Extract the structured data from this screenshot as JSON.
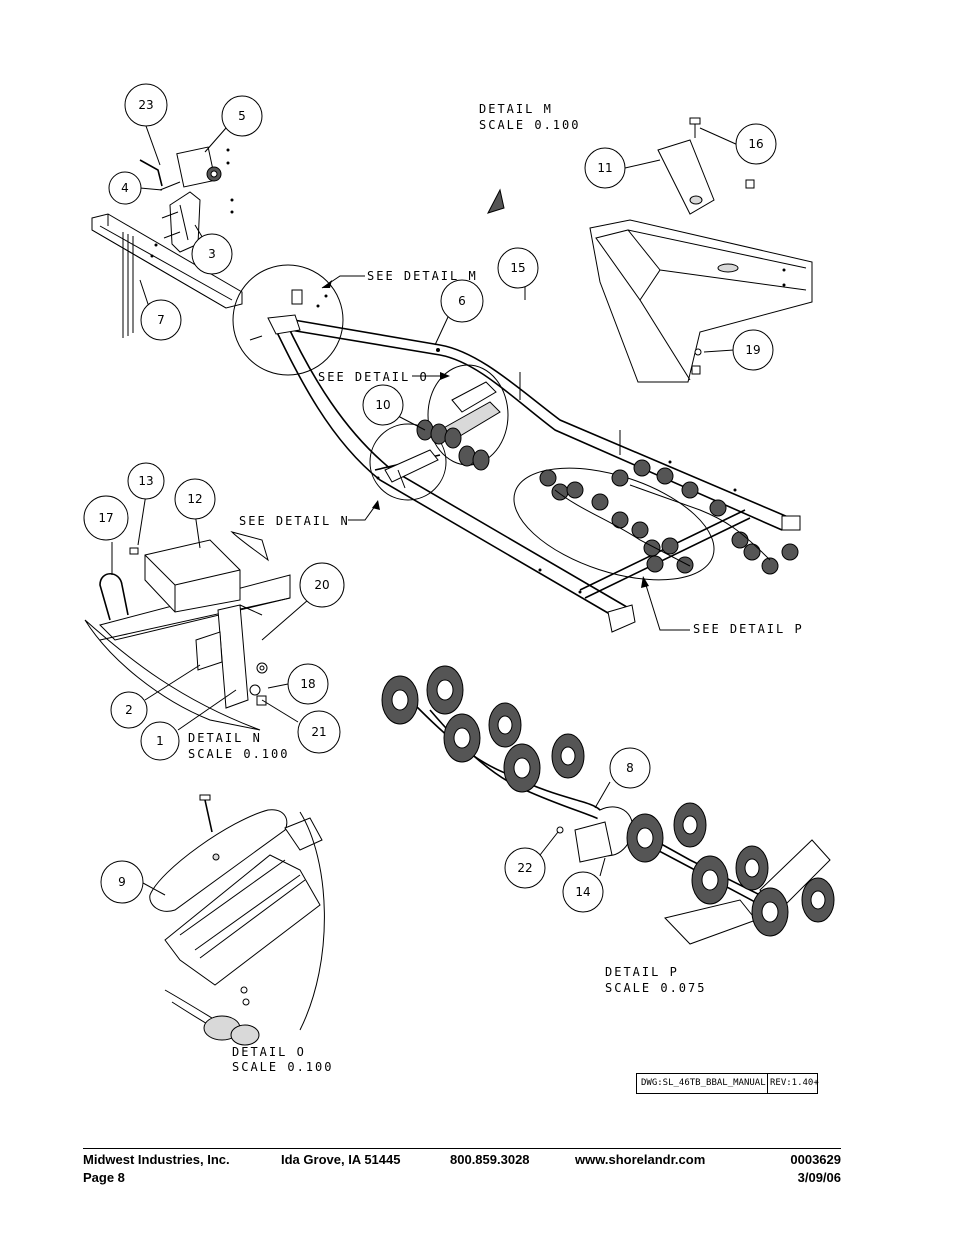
{
  "details": {
    "m": {
      "title": "DETAIL  M",
      "scale": "SCALE  0.100",
      "see": "SEE DETAIL  M"
    },
    "n": {
      "title": "DETAIL  N",
      "scale": "SCALE  0.100",
      "see": "SEE DETAIL  N"
    },
    "o": {
      "title": "DETAIL  O",
      "scale": "SCALE  0.100",
      "see": "SEE DETAIL  O"
    },
    "p": {
      "title": "DETAIL  P",
      "scale": "SCALE  0.075",
      "see": "SEE DETAIL  P"
    }
  },
  "callouts": {
    "c23": "23",
    "c5": "5",
    "c4": "4",
    "c3": "3",
    "c7": "7",
    "c6": "6",
    "c15": "15",
    "c11": "11",
    "c16": "16",
    "c19": "19",
    "c10": "10",
    "c13": "13",
    "c12": "12",
    "c17": "17",
    "c20": "20",
    "c18": "18",
    "c2": "2",
    "c1": "1",
    "c21": "21",
    "c8": "8",
    "c9": "9",
    "c22": "22",
    "c14": "14"
  },
  "drawing_box": {
    "dwg": "DWG:SL_46TB_BBAL_MANUAL",
    "rev": "REV:1.40+"
  },
  "footer": {
    "company": "Midwest Industries, Inc.",
    "city": "Ida Grove, IA  51445",
    "phone": "800.859.3028",
    "website": "www.shorelandr.com",
    "doc_number": "0003629",
    "page": "Page 8",
    "date": "3/09/06"
  }
}
